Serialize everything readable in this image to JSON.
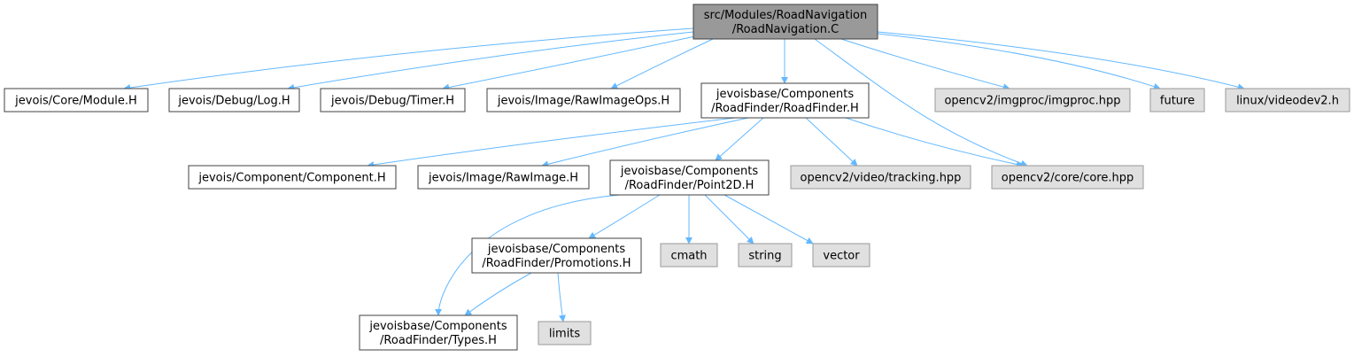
{
  "colors": {
    "root_fill": "#999999",
    "local_fill": "#ffffff",
    "system_fill": "#e0e0e0",
    "border_dark": "#404040",
    "border_system": "#999999",
    "edge": "#63b8ff"
  },
  "nodes": {
    "root": {
      "lines": [
        "src/Modules/RoadNavigation",
        "/RoadNavigation.C"
      ],
      "kind": "root"
    },
    "module_h": {
      "lines": [
        "jevois/Core/Module.H"
      ],
      "kind": "local"
    },
    "log_h": {
      "lines": [
        "jevois/Debug/Log.H"
      ],
      "kind": "local"
    },
    "timer_h": {
      "lines": [
        "jevois/Debug/Timer.H"
      ],
      "kind": "local"
    },
    "rawimageops_h": {
      "lines": [
        "jevois/Image/RawImageOps.H"
      ],
      "kind": "local"
    },
    "roadfinder_h": {
      "lines": [
        "jevoisbase/Components",
        "/RoadFinder/RoadFinder.H"
      ],
      "kind": "local"
    },
    "imgproc_hpp": {
      "lines": [
        "opencv2/imgproc/imgproc.hpp"
      ],
      "kind": "system"
    },
    "future": {
      "lines": [
        "future"
      ],
      "kind": "system"
    },
    "videodev2_h": {
      "lines": [
        "linux/videodev2.h"
      ],
      "kind": "system"
    },
    "component_h": {
      "lines": [
        "jevois/Component/Component.H"
      ],
      "kind": "local"
    },
    "rawimage_h": {
      "lines": [
        "jevois/Image/RawImage.H"
      ],
      "kind": "local"
    },
    "point2d_h": {
      "lines": [
        "jevoisbase/Components",
        "/RoadFinder/Point2D.H"
      ],
      "kind": "local"
    },
    "tracking_hpp": {
      "lines": [
        "opencv2/video/tracking.hpp"
      ],
      "kind": "system"
    },
    "core_hpp": {
      "lines": [
        "opencv2/core/core.hpp"
      ],
      "kind": "system"
    },
    "promotions_h": {
      "lines": [
        "jevoisbase/Components",
        "/RoadFinder/Promotions.H"
      ],
      "kind": "local"
    },
    "cmath": {
      "lines": [
        "cmath"
      ],
      "kind": "system"
    },
    "string": {
      "lines": [
        "string"
      ],
      "kind": "system"
    },
    "vector": {
      "lines": [
        "vector"
      ],
      "kind": "system"
    },
    "types_h": {
      "lines": [
        "jevoisbase/Components",
        "/RoadFinder/Types.H"
      ],
      "kind": "local"
    },
    "limits": {
      "lines": [
        "limits"
      ],
      "kind": "system"
    }
  },
  "edges": [
    [
      "root",
      "module_h"
    ],
    [
      "root",
      "log_h"
    ],
    [
      "root",
      "timer_h"
    ],
    [
      "root",
      "rawimageops_h"
    ],
    [
      "root",
      "roadfinder_h"
    ],
    [
      "root",
      "core_hpp"
    ],
    [
      "root",
      "imgproc_hpp"
    ],
    [
      "root",
      "future"
    ],
    [
      "root",
      "videodev2_h"
    ],
    [
      "roadfinder_h",
      "component_h"
    ],
    [
      "roadfinder_h",
      "rawimage_h"
    ],
    [
      "roadfinder_h",
      "point2d_h"
    ],
    [
      "roadfinder_h",
      "tracking_hpp"
    ],
    [
      "roadfinder_h",
      "core_hpp"
    ],
    [
      "point2d_h",
      "promotions_h"
    ],
    [
      "point2d_h",
      "types_h"
    ],
    [
      "point2d_h",
      "cmath"
    ],
    [
      "point2d_h",
      "string"
    ],
    [
      "point2d_h",
      "vector"
    ],
    [
      "promotions_h",
      "types_h"
    ],
    [
      "promotions_h",
      "limits"
    ]
  ]
}
